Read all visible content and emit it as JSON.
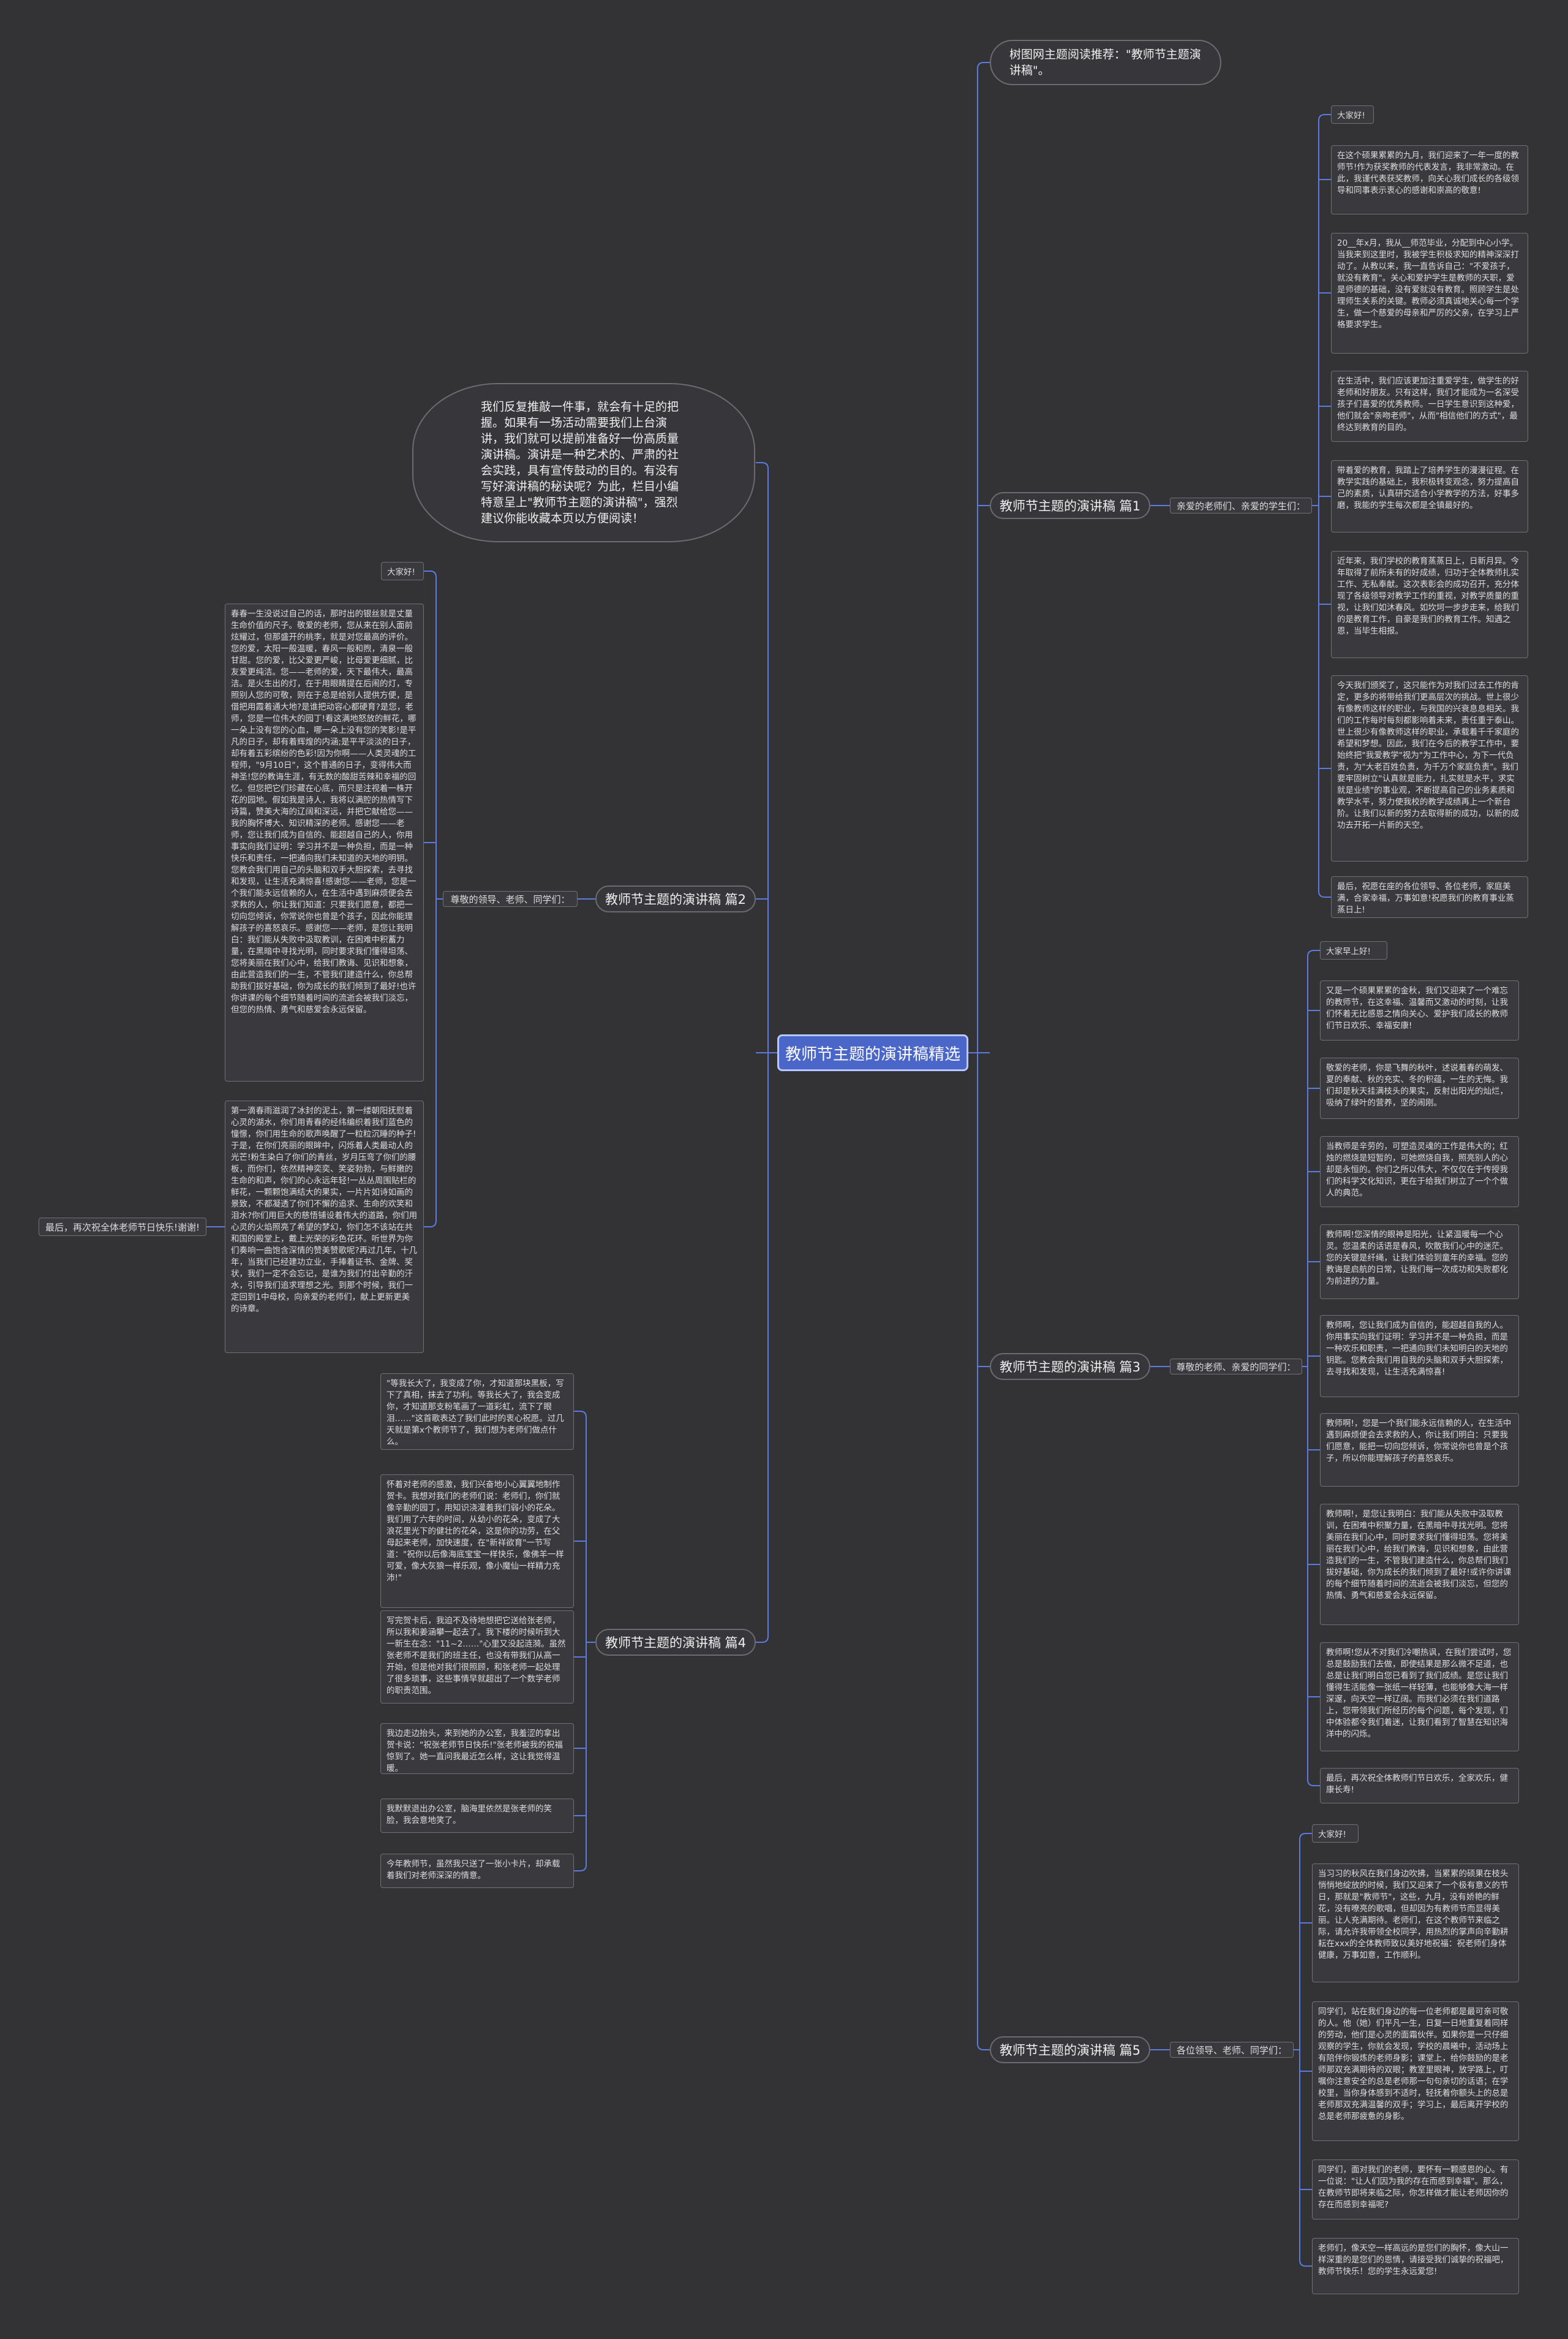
{
  "root": {
    "title": "教师节主题的演讲稿精选"
  },
  "intro": {
    "text": "我们反复推敲一件事，就会有十足的把握。如果有一场活动需要我们上台演讲，我们就可以提前准备好一份高质量演讲稿。演讲是一种艺术的、严肃的社会实践，具有宣传鼓动的目的。有没有写好演讲稿的秘诀呢？为此，栏目小编特意呈上\"教师节主题的演讲稿\"，强烈建议你能收藏本页以方便阅读！"
  },
  "recommend": {
    "text": "树图网主题阅读推荐：\"教师节主题演讲稿\"。"
  },
  "branches": [
    {
      "title": "教师节主题的演讲稿 篇1",
      "label": "亲爱的老师们、亲爱的学生们：",
      "leaves": [
        "大家好!",
        "在这个硕果累累的九月，我们迎来了一年一度的教师节!作为获奖教师的代表发言，我非常激动。在此，我谨代表获奖教师，向关心我们成长的各级领导和同事表示衷心的感谢和崇高的敬意!",
        "20__年x月，我从__师范毕业，分配到中心小学。当我来到这里时，我被学生积极求知的精神深深打动了。从教以来，我一直告诉自己：\"不爱孩子，就没有教育\"。关心和爱护学生是教师的天职，爱是师德的基础，没有爱就没有教育。照顾学生是处理师生关系的关键。教师必须真诚地关心每一个学生，做一个慈爱的母亲和严厉的父亲，在学习上严格要求学生。",
        "在生活中，我们应该更加注重爱学生，做学生的好老师和好朋友。只有这样，我们才能成为一名深受孩子们喜爱的优秀教师。一日学生意识到这种爱，他们就会\"亲吻老师\"，从而\"相信他们的方式\"，最终达到教育的目的。",
        "带着爱的教育，我踏上了培养学生的漫漫征程。在教学实践的基础上，我积极转变观念，努力提高自己的素质，认真研究适合小学教学的方法，好事多磨，我能的学生每次都是全镇最好的。",
        "近年来，我们学校的教育蒸蒸日上，日新月异。今年取得了前所未有的好成绩，归功于全体教师扎实工作、无私奉献。这次表彰会的成功召开，充分体现了各级领导对教学工作的重视，对教学质量的重视，让我们如沐春风。如坎坷一步步走来，给我们的是教育工作，自豪是我们的教育工作。知遇之恩，当毕生相报。",
        "今天我们颁奖了，这只能作为对我们过去工作的肯定，更多的将带给我们更高层次的挑战。世上很少有像教师这样的职业，与我国的兴衰息息相关。我们的工作每时每刻都影响着未来，责任重于泰山。世上很少有像教师这样的职业，承载着千千家庭的希望和梦想。因此，我们在今后的教学工作中，要始终把\"我爱教学\"视为\"为工作中心，为下一代负责，为\"大老百姓负责，为千万个家庭负责\"。我们要牢固树立\"认真就是能力，扎实就是水平，求实就是业绩\"的事业观，不断提高自己的业务素质和教学水平，努力使我校的教学成绩再上一个新台阶。让我们以新的努力去取得新的成功，以新的成功去开拓一片新的天空。",
        "最后，祝愿在座的各位领导、各位老师，家庭美满，合家幸福，万事如意!祝愿我们的教育事业蒸蒸日上!"
      ]
    },
    {
      "title": "教师节主题的演讲稿 篇2",
      "label": "尊敬的领导、老师、同学们：",
      "leaves": [
        "大家好!",
        "春春一生没说过自己的话，那时出的银丝就是丈量生命价值的尺子。敬爱的老师，您从来在别人面前炫耀过，但那盛开的桃李，就是对您最高的评价。您的爱，太阳一般温暖，春风一般和煦，清泉一般甘甜。您的爱，比父爱更严峻，比母爱更细腻，比友爱更纯洁。您——老师的爱，天下最伟大，最高洁。是火生出的灯，在于用眼睛提在后闹的灯，专照别人您的可敬，则在于总是给别人提供方便，是借把用霞着通大地?是谁把动容心都硬育?是您，老师，您是一位伟大的园丁!看这满地怒放的鲜花，哪一朵上没有您的心血，哪一朵上没有您的笑影!是平凡的日子，却有着辉煌的内涵;是平平淡淡的日子，却有着五彩缤纷的色彩!因为你啊——人类灵魂的工程师，\"9月10日\"，这个普通的日子，变得伟大而神圣!您的教诲生涯，有无数的酸甜苦辣和幸福的回忆。但您把它们珍藏在心底，而只是注视着一株开花的园地。假如我是诗人，我将以满腔的热情写下诗篇，赞美大海的辽阔和深远，并把它献给您——我的胸怀博大、知识精深的老师。感谢您——老师，您让我们成为自信的、能超越自己的人，你用事实向我们证明：学习并不是一种负担，而是一种快乐和责任，一把通向我们未知道的天地的明钥。您教会我们用自己的头脑和双手大胆探索，去寻找和发现，让生活充满惊喜!感谢您——老师，您是一个我们能永远信赖的人，在生活中遇到麻烦便会去求救的人，你让我们知道：只要我们愿意，都把一切向您倾诉，你常说你也曾是个孩子，因此你能理解孩子的喜怒哀乐。感谢您——老师，是您让我明白：我们能从失败中汲取教训，在困难中积蓄力量，在黑暗中寻找光明，同时要求我们懂得坦荡、您将美丽在我们心中，给我们教诲、见识和想象，由此营造我们的一生，不管我们建造什么，你总帮助我们拔好基础，你为成长的我们倾到了最好!也许你讲课的每个细节随着时间的流逝会被我们淡忘，但您的热情、勇气和慈爱会永远保留。",
        "第一滴春雨滋润了冰封的泥土，第一缕朝阳抚慰着心灵的湖水，你们用青春的经纬编织着我们蓝色的憧憬，你们用生命的歌声唤醒了一粒粒沉睡的种子!于是，在你们亮丽的眼眸中，闪烁着人类最动人的光芒!粉生染白了你们的青丝，岁月压弯了你们的腰板，而你们，依然精神奕奕、笑姿勃勃，与鲜嫩的生命的和声，你们的心永远年轻!一丛丛周围贴栏的鲜花，一颗颗饱满结大的果实，一片片如诗如画的景致，不都凝透了你们不懈的追求、生命的欢笑和泪水?你们用巨大的慈悟铺设着伟大的道路，你们用心灵的火焰照亮了希望的梦幻，你们怎不该站在共和国的殿堂上，戴上光荣的彩色花环。听世界为你们奏响一曲饱含深情的赞美赞歌呢?再过几年，十几年，当我们已经建功立业，手捧着证书、金牌、奖状，我们一定不会忘记，是谁为我们付出辛勤的汗水，引导我们追求理想之光。到那个时候，我们一定回到1中母校，向亲爱的老师们，献上更新更美的诗章。"
      ],
      "extra": "最后，再次祝全体老师节日快乐!谢谢!"
    },
    {
      "title": "教师节主题的演讲稿 篇3",
      "label": "尊敬的老师、亲爱的同学们：",
      "leaves": [
        "大家早上好!",
        "又是一个硕果累累的金秋，我们又迎来了一个难忘的教师节，在这幸福、温馨而又激动的时刻，让我们怀着无比感恩之情向关心、爱护我们成长的教师们节日欢乐、幸福安康!",
        "敬爱的老师，你是飞舞的秋叶，述说着春的萌发、夏的奉献、秋的充实、冬的积蕴，一生的无悔。我们却是秋天挂满枝头的果实，反射出阳光的灿烂，吸纳了绿叶的营养，坚的闹刚。",
        "当教师是辛劳的，可塑造灵魂的工作是伟大的；红烛的燃烧是短暂的，可她燃烧自我，照亮别人的心却是永恒的。你们之所以伟大，不仅仅在于传授我们的科学文化知识，更在于给我们树立了一个个做人的典范。",
        "教师啊!您深情的眼神是阳光，让紧温暖每一个心灵。您温柔的话语是春风，吹散我们心中的迷茫。您的关键是纤绳，让我们体验到童年的幸福。您的教诲是启航的日常，让我们每一次成功和失败都化为前进的力量。",
        "教师啊，您让我们成为自信的，能超越自我的人。你用事实向我们证明：学习并不是一种负担，而是一种欢乐和职责，一把通向我们未知明白的天地的钥匙。您教会我们用自我的头脑和双手大胆探索，去寻找和发现，让生活充满惊喜!",
        "教师啊!，您是一个我们能永远信赖的人，在生活中遇到麻烦便会去求救的人，你让我们明白：只要我们愿意，能把一切向您倾诉，你常说你也曾是个孩子，所以你能理解孩子的喜怒哀乐。",
        "教师啊!，是您让我明白：我们能从失败中汲取教训，在困难中积聚力量，在黑暗中寻找光明。您将美丽在我们心中，同时要求我们懂得坦荡。您将美丽在我们心中，给我们教诲，见识和想象，由此营造我们的一生，不管我们建造什么，你总帮们我们拔好基础，你为成长的我们倾到了最好!或许你讲课的每个细节随着时间的流逝会被我们淡忘，但您的热情、勇气和慈爱会永远保留。",
        "教师啊!您从不对我们冷嘲热讽，在我们尝试时，您总是鼓励我们去做，即使结果是那么微不足道，也总是让我们明白您已看到了我们成绩。是您让我们懂得生活能像一张纸一样轻薄，也能够像大海一样深邃，向天空一样辽阔。而我们必须在我们道路上，您带领我们所经历的每个问题，每个发现，们中体验都令我们着迷，让我们看到了智慧在知识海洋中的闪烁。",
        "最后，再次祝全体教师们节日欢乐，全家欢乐，健康长寿!"
      ]
    },
    {
      "title": "教师节主题的演讲稿 篇4",
      "leaves": [
        "\"等我长大了，我变成了你，才知道那块黑板，写下了真相，抹去了功利。等我长大了，我会变成你，才知道那支粉笔画了一道彩虹，流下了眼泪……\"这首歌表达了我们此时的衷心祝愿。过几天就是第x个教师节了，我们想为老师们做点什么。",
        "怀着对老师的感激，我们兴奋地小心翼翼地制作贺卡。我想对我们的老师们说：老师们，你们就像辛勤的园丁，用知识浇灌着我们弱小的花朵。我们用了六年的时间，从幼小的花朵，变成了大浪花里光下的健壮的花朵，这是你的功劳，在父母起来老师，加快速度，在\"新祥欲育\"一节写道：\"祝你以后像海底宝宝一样快乐，像佛羊一样可爱，像大灰狼一样乐观，像小魔仙一样精力充沛!\"",
        "写完贺卡后，我迫不及待地想把它送给张老师，所以我和姜涵攀一起去了。我下楼的时候听到大一新生在念：\"11~2……\"心里又没起涟漪。虽然张老师不是我们的班主任，也没有带我们从高一开始，但是他对我们很照顾，和张老师一起处理了很多琐事，这些事情早就超出了一个数学老师的职责范围。",
        "我边走边抬头，来到她的办公室，我羞涩的拿出贺卡说：\"祝张老师节日快乐!\"张老师被我的祝福惊到了。她一直问我最近怎么样，这让我觉得温暖。",
        "我默默退出办公室，脑海里依然是张老师的笑脸，我会意地笑了。",
        "今年教师节，虽然我只送了一张小卡片，却承载着我们对老师深深的情意。"
      ]
    },
    {
      "title": "教师节主题的演讲稿 篇5",
      "label": "各位领导、老师、同学们：",
      "leaves": [
        "大家好!",
        "当习习的秋风在我们身边吹拂，当累累的硕果在枝头悄悄地绽放的时候，我们又迎来了一个极有意义的节日，那就是\"教师节\"，这些，九月，没有娇艳的鲜花，没有嘹亮的歌唱，但却因为有教师节而显得美丽。让人充满期待。老师们，在这个教师节来临之际，请允许我带领全校同学，用热烈的掌声向辛勤耕耘在xxx的全体教师致以美好地祝福：祝老师们身体健康，万事如意，工作顺利。",
        "同学们，站在我们身边的每一位老师都是最可亲可敬的人。他（她）们平凡一生，日复一日地重复着同样的劳动，他们是心灵的面霜伙伴。如果你是一只仔细观察的学生，你就会发现，学校的晨曦中，活动场上有陪伴你锻炼的老师身影；课堂上，给你鼓励的是老师那双充满期待的双眼；教室里眼神，放学路上，叮嘱你注意安全的总是老师那一句句亲切的话语；在学校里，当你身体感到不适时，轻抚着你额头上的总是老师那双充满温馨的双手；学习上，最后离开学校的总是老师那疲惫的身影。",
        "同学们，面对我们的老师，要怀有一颗感恩的心。有一位说：\"让人们因为我的存在而感到幸福\"。那么，在教师节即将来临之际，你怎样做才能让老师因你的存在而感到幸福呢?",
        "老师们，像天空一样高远的是您们的胸怀，像大山一样深重的是您们的恩情，请接受我们诚挚的祝福吧，教师节快乐！您的学生永远爱您!"
      ]
    }
  ]
}
